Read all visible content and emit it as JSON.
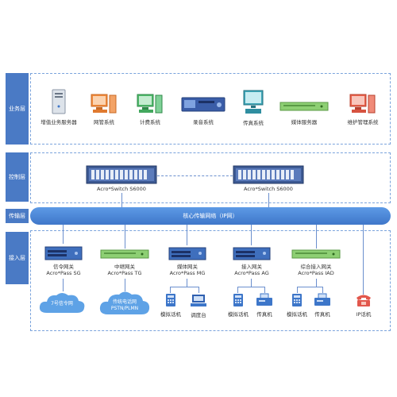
{
  "layers": {
    "business": "业务层",
    "control": "控制层",
    "transport": "传输层",
    "access": "接入层"
  },
  "business_systems": [
    {
      "label": "增值业务服务器",
      "icon": "server-tower-icon"
    },
    {
      "label": "网管系统",
      "icon": "computer-orange-icon"
    },
    {
      "label": "计费系统",
      "icon": "computer-green-icon"
    },
    {
      "label": "录音系统",
      "icon": "recorder-icon"
    },
    {
      "label": "传真系统",
      "icon": "computer-teal-icon"
    },
    {
      "label": "媒体服务器",
      "icon": "rack-server-icon"
    },
    {
      "label": "维护管理系统",
      "icon": "computer-red-icon"
    }
  ],
  "control_switches": [
    {
      "label": "Acro*Switch S6000"
    },
    {
      "label": "Acro*Switch S6000"
    }
  ],
  "backbone": {
    "label": "核心传输网络（IP网）"
  },
  "gateways": [
    {
      "line1": "信令网关",
      "line2": "Acro*Pass SG",
      "color": "#4a7ac5"
    },
    {
      "line1": "中继网关",
      "line2": "Acro*Pass TG",
      "color": "#6cc24a"
    },
    {
      "line1": "媒体网关",
      "line2": "Acro*Pass MG",
      "color": "#4a7ac5"
    },
    {
      "line1": "接入网关",
      "line2": "Acro*Pass AG",
      "color": "#4a7ac5"
    },
    {
      "line1": "综合接入网关",
      "line2": "Acro*Pass IAD",
      "color": "#6cc24a"
    }
  ],
  "clouds": [
    {
      "line1": "7号信令网",
      "line2": ""
    },
    {
      "line1": "传统电话网",
      "line2": "PSTN/PLMN"
    }
  ],
  "terminals": [
    {
      "label": "模拟话机",
      "icon": "phone-icon"
    },
    {
      "label": "调度台",
      "icon": "console-icon"
    },
    {
      "label": "模拟话机",
      "icon": "phone-icon"
    },
    {
      "label": "传真机",
      "icon": "fax-icon"
    },
    {
      "label": "模拟话机",
      "icon": "phone-icon"
    },
    {
      "label": "传真机",
      "icon": "fax-icon"
    },
    {
      "label": "IP话机",
      "icon": "ip-phone-icon"
    }
  ]
}
